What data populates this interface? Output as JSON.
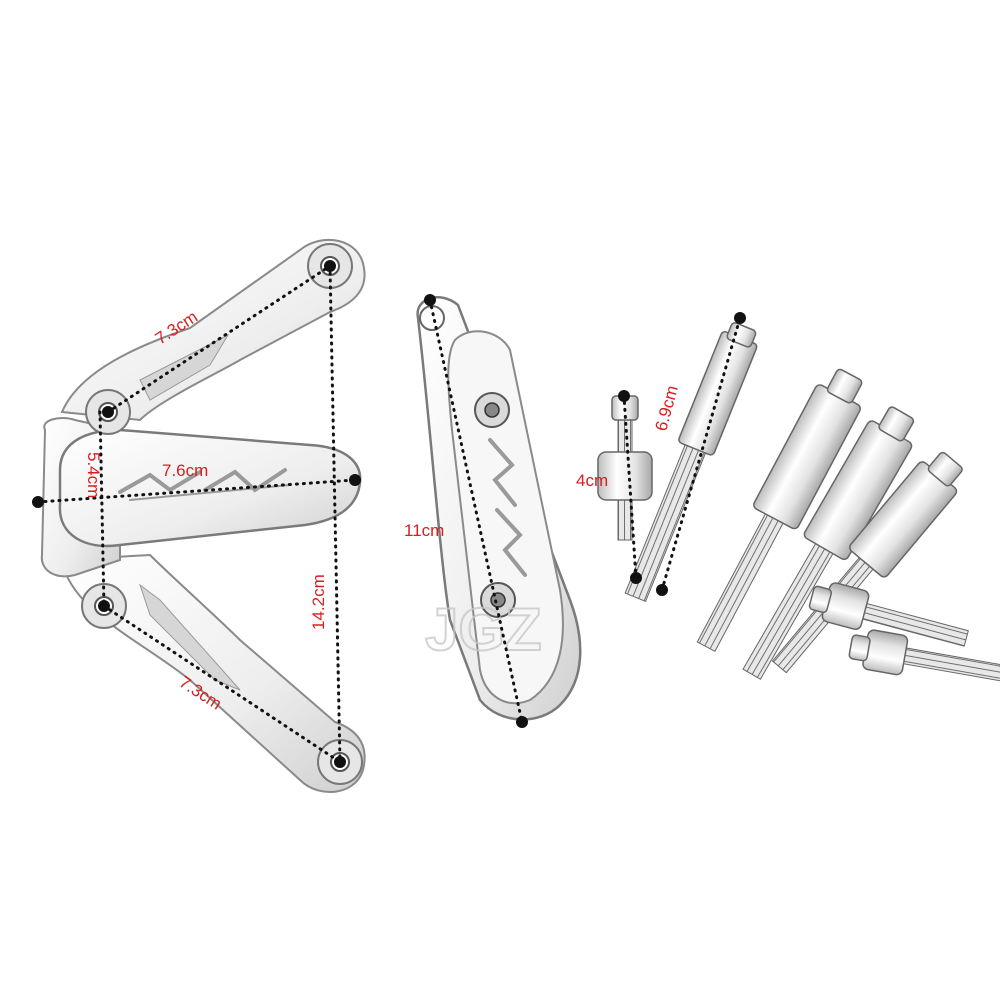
{
  "watermark": "JGZ",
  "colors": {
    "dimension": "#d81e1e",
    "dots": "#111111",
    "metal_fill": "#f4f4f4",
    "metal_edge": "#8a8a8a",
    "metal_shade": "#cfcfcf"
  },
  "dimensions": {
    "upper_arm": "7.3cm",
    "cover_width": "7.6cm",
    "cover_height": "5.4cm",
    "total_height": "14.2cm",
    "lower_arm": "7.3cm",
    "slider_length": "11cm",
    "long_bolt": "6.9cm",
    "short_bolt": "4cm"
  },
  "icons": {
    "bolt": "bolt-icon",
    "spacer": "spacer-icon",
    "screw": "screw-icon"
  }
}
